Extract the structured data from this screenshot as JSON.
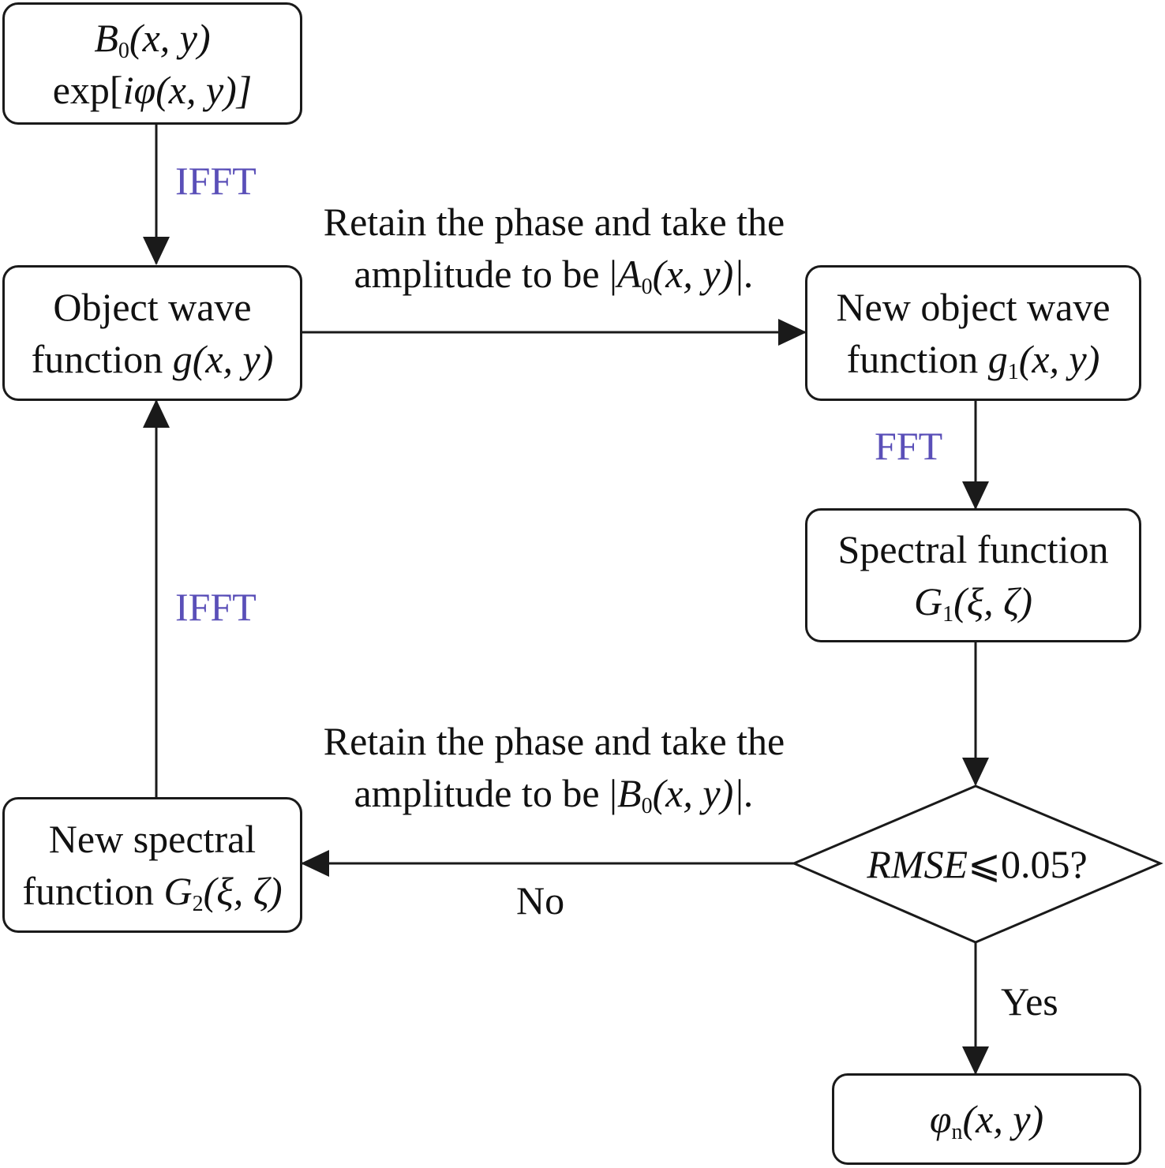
{
  "nodes": {
    "start": {
      "line1": [
        "B",
        "0",
        "(x, y)"
      ],
      "line2": [
        "exp[",
        "iφ",
        "(x, y)]"
      ]
    },
    "object_wave": {
      "line1": "Object wave",
      "line2": [
        "function ",
        "g",
        "(x, y)"
      ]
    },
    "new_object_wave": {
      "line1": "New object wave",
      "line2": [
        "function ",
        "g",
        "1",
        "(x, y)"
      ]
    },
    "spectral": {
      "line1": "Spectral function",
      "line2": [
        "G",
        "1",
        "(ξ, ζ)"
      ]
    },
    "decision": {
      "parts": [
        "RMSE",
        "⩽0.05?"
      ]
    },
    "new_spectral": {
      "line1": "New spectral",
      "line2": [
        "function ",
        "G",
        "2",
        "(ξ, ζ)"
      ]
    },
    "result": {
      "parts": [
        "φ",
        "n",
        "(x, y)"
      ]
    }
  },
  "edges": {
    "ifft_top": "IFFT",
    "fft": "FFT",
    "ifft_left": "IFFT",
    "retain_top": {
      "line1": "Retain the phase and take the",
      "line2": [
        "amplitude to be |",
        "A",
        "0",
        "(x, y)|."
      ]
    },
    "retain_bottom": {
      "line1": "Retain the phase and take the",
      "line2": [
        "amplitude to be |",
        "B",
        "0",
        "(x, y)|."
      ]
    },
    "no": "No",
    "yes": "Yes"
  }
}
